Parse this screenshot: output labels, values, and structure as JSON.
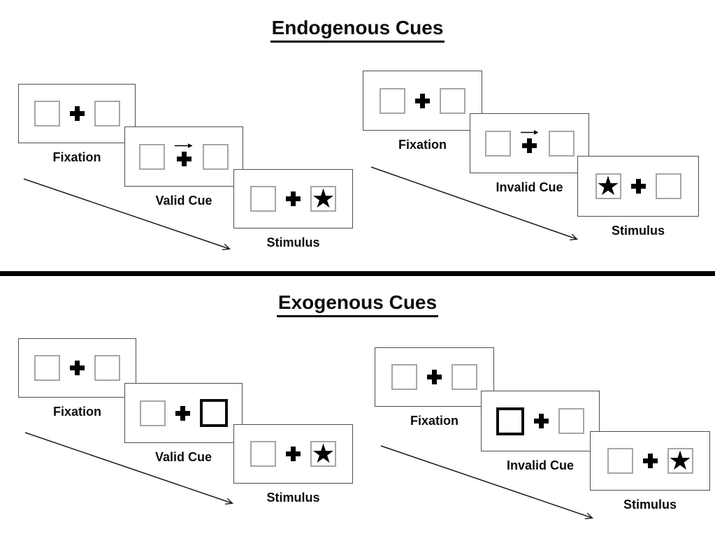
{
  "figure": {
    "description": "Posner spatial cueing paradigm diagram",
    "star_glyph": "★",
    "colors": {
      "background": "#ffffff",
      "panel_border": "#4d4d4d",
      "square_border": "#a6a6a6",
      "cue_square_border": "#0d0d0d",
      "ink": "#000000"
    }
  },
  "sections": [
    {
      "title": "Endogenous Cues",
      "sequences": [
        {
          "name": "endogenous-valid",
          "panels": [
            {
              "label": "Fixation",
              "cue": "none",
              "star_side": "none"
            },
            {
              "label": "Valid Cue",
              "cue": "central-arrow-right",
              "star_side": "none"
            },
            {
              "label": "Stimulus",
              "cue": "none",
              "star_side": "right"
            }
          ]
        },
        {
          "name": "endogenous-invalid",
          "panels": [
            {
              "label": "Fixation",
              "cue": "none",
              "star_side": "none"
            },
            {
              "label": "Invalid Cue",
              "cue": "central-arrow-right",
              "star_side": "none"
            },
            {
              "label": "Stimulus",
              "cue": "none",
              "star_side": "left"
            }
          ]
        }
      ]
    },
    {
      "title": "Exogenous Cues",
      "sequences": [
        {
          "name": "exogenous-valid",
          "panels": [
            {
              "label": "Fixation",
              "cue": "none",
              "star_side": "none"
            },
            {
              "label": "Valid Cue",
              "cue": "thick-box-right",
              "star_side": "none"
            },
            {
              "label": "Stimulus",
              "cue": "none",
              "star_side": "right"
            }
          ]
        },
        {
          "name": "exogenous-invalid",
          "panels": [
            {
              "label": "Fixation",
              "cue": "none",
              "star_side": "none"
            },
            {
              "label": "Invalid Cue",
              "cue": "thick-box-left",
              "star_side": "none"
            },
            {
              "label": "Stimulus",
              "cue": "none",
              "star_side": "right"
            }
          ]
        }
      ]
    }
  ]
}
